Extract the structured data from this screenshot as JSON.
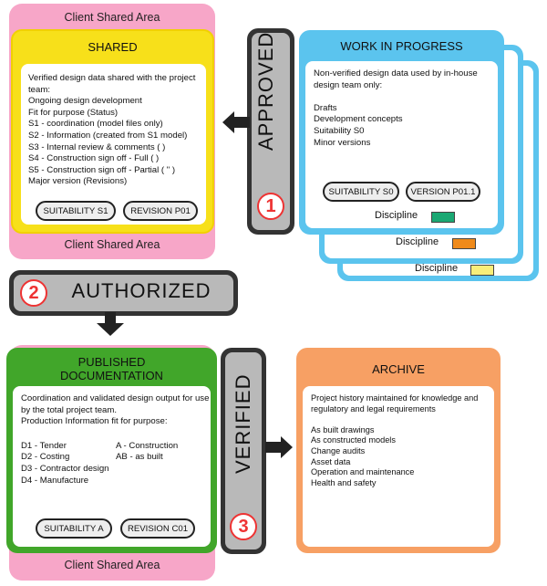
{
  "shared": {
    "area_top": "Client Shared Area",
    "area_bottom": "Client Shared Area",
    "title": "SHARED",
    "lines": [
      "Verified design data shared with the project",
      "team:",
      "Ongoing design development",
      "Fit for purpose (Status)",
      "S1 - coordination (model files only)",
      "S2 - Information (created from S1 model)",
      "S3 - Internal review & comments (  )",
      "S4 - Construction sign off - Full (  )",
      "S5 - Construction sign off - Partial ( \" )",
      "Major version (Revisions)"
    ],
    "suitability": "SUITABILITY S1",
    "revision": "REVISION P01"
  },
  "wip": {
    "title": "WORK IN PROGRESS",
    "lines": [
      "Non-verified design data used by in-house",
      "design team only:",
      "",
      "Drafts",
      "Development concepts",
      "Suitability S0",
      "Minor versions"
    ],
    "suitability": "SUITABILITY S0",
    "version": "VERSION P01.1",
    "discipline_1": "Discipline",
    "discipline_2": "Discipline",
    "discipline_3": "Discipline"
  },
  "gates": {
    "approved": "APPROVED",
    "approved_num": "1",
    "authorized": "AUTHORIZED",
    "authorized_num": "2",
    "verified": "VERIFIED",
    "verified_num": "3"
  },
  "published": {
    "title_1": "PUBLISHED",
    "title_2": "DOCUMENTATION",
    "lines": [
      "Coordination and validated design output for use",
      "by the total project team.",
      "Production Information fit for purpose:"
    ],
    "col1": [
      "D1 - Tender",
      "D2 - Costing",
      "D3 - Contractor design",
      "D4 - Manufacture"
    ],
    "col2": [
      "A - Construction",
      "AB - as built"
    ],
    "suitability": "SUITABILITY A",
    "revision": "REVISION C01",
    "area_bottom": "Client Shared Area"
  },
  "archive": {
    "title": "ARCHIVE",
    "lines": [
      "Project history maintained for knowledge and",
      "regulatory and legal requirements",
      "",
      "As built drawings",
      "As constructed models",
      "Change audits",
      "Asset data",
      "Operation and maintenance",
      "Health and safety"
    ]
  },
  "colors": {
    "pink": "#f7a6c8",
    "yellow": "#f7e01a",
    "blue": "#5bc4ee",
    "green": "#41a62a",
    "orange": "#f7a064",
    "red": "#e33333",
    "flag_green": "#1aa873",
    "flag_orange": "#f08a1a",
    "flag_yellow": "#f8ee7a"
  }
}
